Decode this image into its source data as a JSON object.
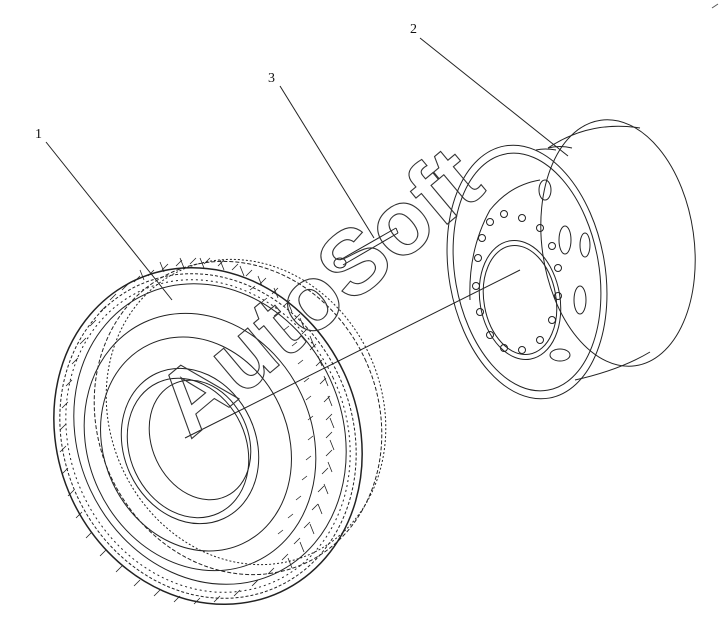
{
  "callouts": [
    {
      "id": "1",
      "label": "1",
      "part": "tire"
    },
    {
      "id": "2",
      "label": "2",
      "part": "wheel-rim"
    },
    {
      "id": "3",
      "label": "3",
      "part": "valve-stem"
    }
  ],
  "watermark": "AutoSoft",
  "colors": {
    "line": "#222222",
    "background": "#ffffff"
  }
}
